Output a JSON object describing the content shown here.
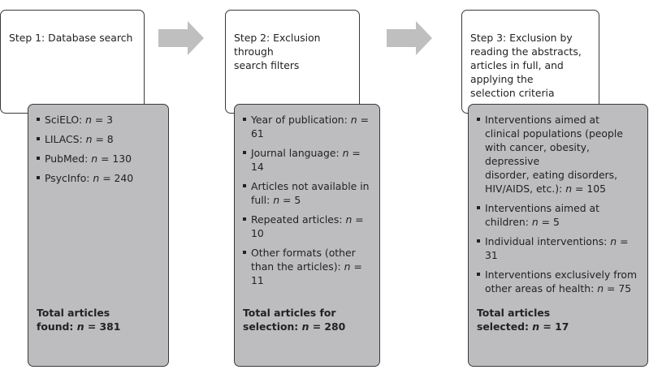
{
  "colors": {
    "result_fill": "#bdbdbf",
    "arrow_fill": "#bfbfbf",
    "border": "#3a3a3a"
  },
  "steps": [
    {
      "title": "Step 1: Database search",
      "items": [
        {
          "label": "SciELO: ",
          "n": "n",
          "value": " = 3"
        },
        {
          "label": "LILACS: ",
          "n": "n",
          "value": " = 8"
        },
        {
          "label": "PubMed: ",
          "n": "n",
          "value": " = 130"
        },
        {
          "label": "PsycInfo: ",
          "n": "n",
          "value": " = 240"
        }
      ],
      "total_label": "Total articles\nfound: ",
      "total_n": "n",
      "total_value": " = 381"
    },
    {
      "title": "Step 2: Exclusion through\nsearch filters",
      "items": [
        {
          "label": "Year of publication: ",
          "n": "n",
          "value": " = 61"
        },
        {
          "label": "Journal language: ",
          "n": "n",
          "value": " = 14"
        },
        {
          "label": "Articles not available in\nfull: ",
          "n": "n",
          "value": " = 5"
        },
        {
          "label": "Repeated articles: ",
          "n": "n",
          "value": " = 10"
        },
        {
          "label": "Other formats (other\nthan the articles): ",
          "n": "n",
          "value": " = 11"
        }
      ],
      "total_label": "Total articles for\nselection: ",
      "total_n": "n",
      "total_value": " = 280"
    },
    {
      "title": "Step 3: Exclusion by\nreading the abstracts,\narticles in full, and\napplying the\nselection criteria",
      "items": [
        {
          "label": "Interventions aimed at\nclinical populations (people\nwith cancer, obesity, depressive\ndisorder, eating disorders,\nHIV/AIDS, etc.): ",
          "n": "n",
          "value": " = 105"
        },
        {
          "label": "Interventions aimed at\nchildren: ",
          "n": "n",
          "value": " = 5"
        },
        {
          "label": "Individual interventions: ",
          "n": "n",
          "value": " = 31"
        },
        {
          "label": "Interventions exclusively from\nother areas of health: ",
          "n": "n",
          "value": " = 75"
        }
      ],
      "total_label": "Total articles\nselected: ",
      "total_n": "n",
      "total_value": " = 17"
    }
  ]
}
